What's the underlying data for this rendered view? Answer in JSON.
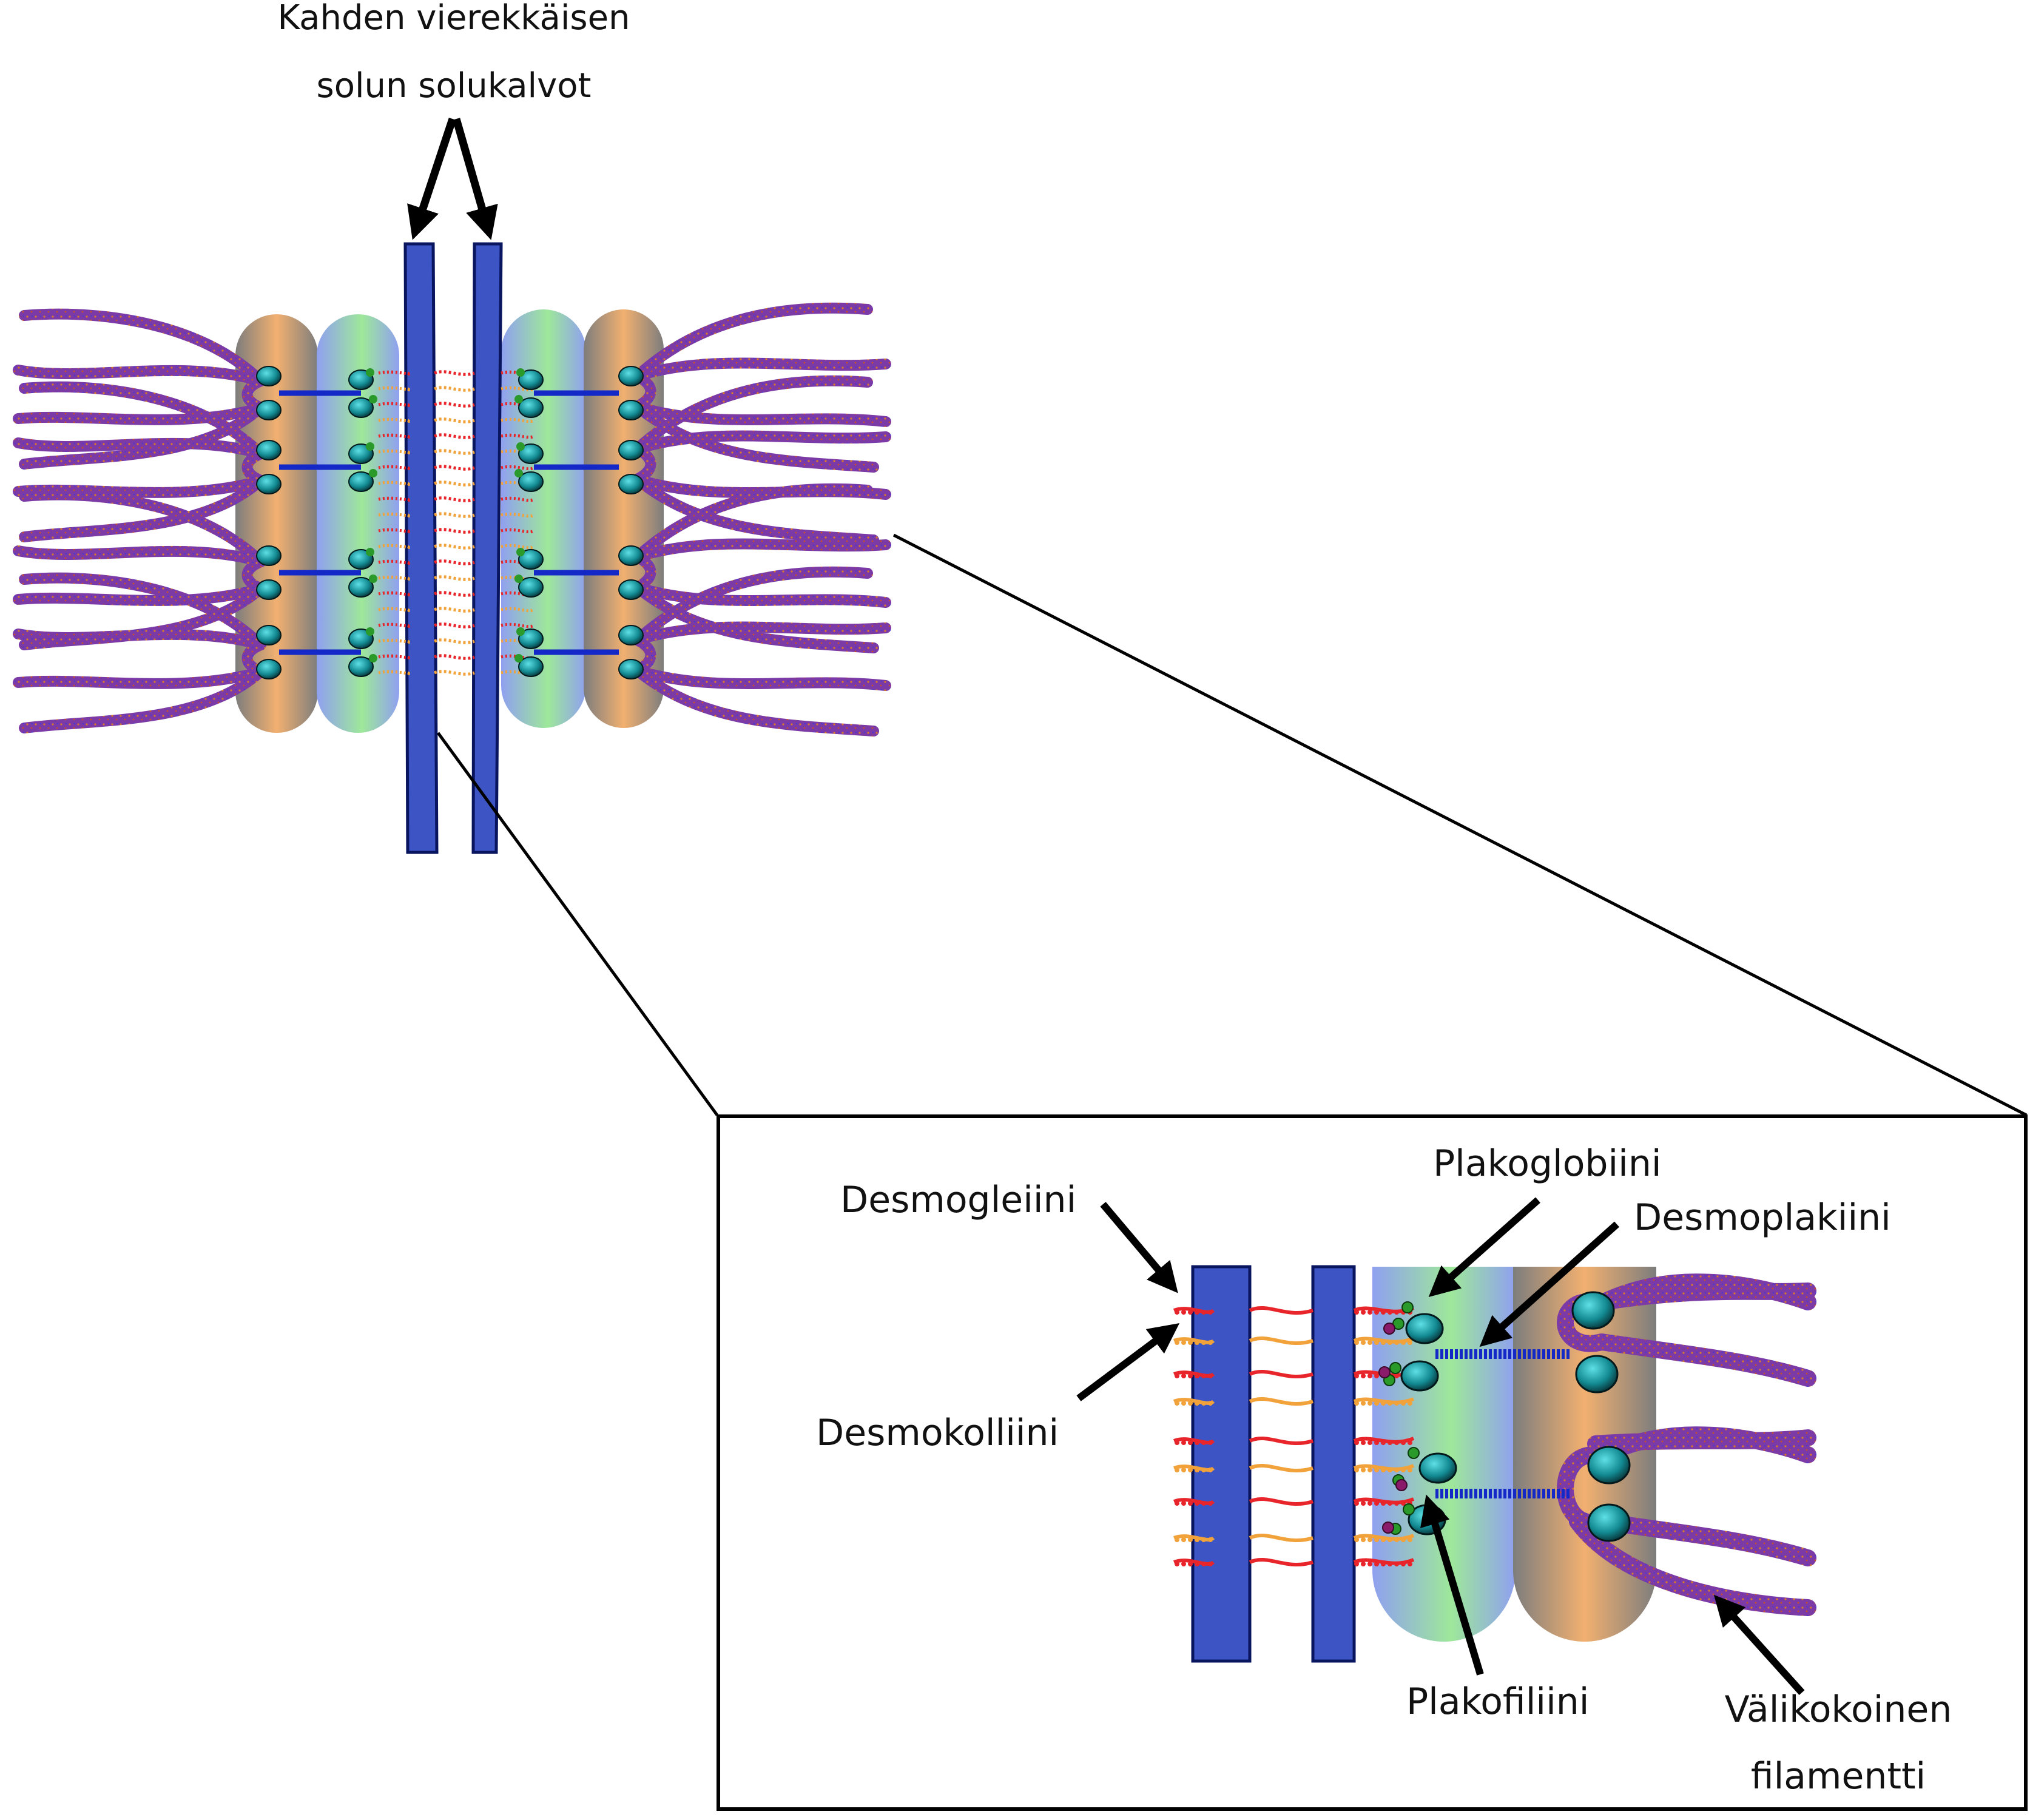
{
  "labels": {
    "membranes_line1": "Kahden vierekkäisen",
    "membranes_line2": "solun solukalvot",
    "desmoglein": "Desmogleiini",
    "desmocollin": "Desmokolliini",
    "plakoglobin": "Plakoglobiini",
    "desmoplakin": "Desmoplakiini",
    "plakophilin": "Plakofiliini",
    "filament_line1": "Välikokoinen",
    "filament_line2": "filamentti"
  },
  "colors": {
    "membrane": "#3d55c4",
    "membrane_edge": "#0a1560",
    "filament": "#7a3aa8",
    "filament_speckle": "#d4822a",
    "desmoglein": "#e8252a",
    "desmocollin": "#f2a23a",
    "plaque_inner": "#9ad6a0",
    "plaque_outer": "#8a8a8a",
    "plaque_glow": "#f0b070",
    "plakoglobin": "#1a9ea6",
    "desmoplakin": "#1428c8",
    "plakophilin": "#2a9a2a",
    "arrow": "#000000"
  }
}
